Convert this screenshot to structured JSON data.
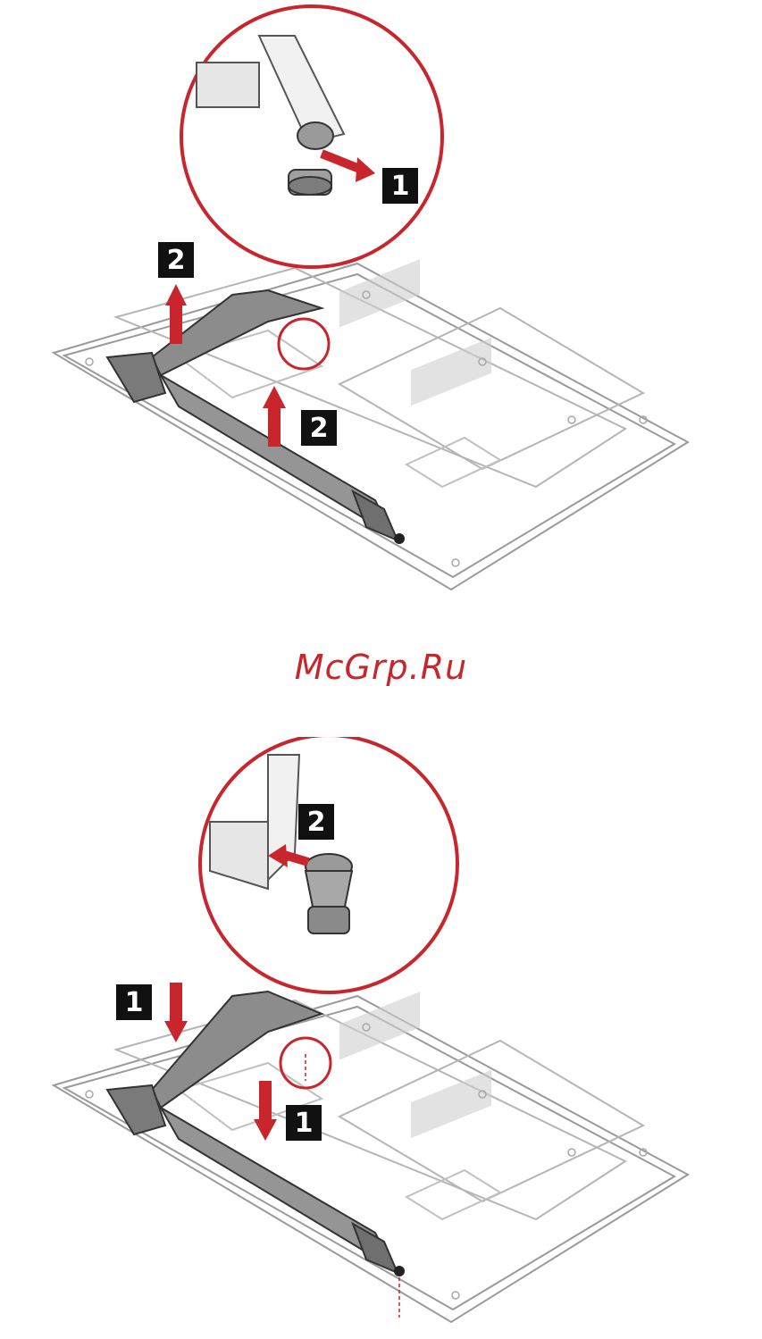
{
  "watermark": {
    "text": "McGrp.Ru",
    "color": "#c8262c"
  },
  "figure_top": {
    "callouts": [
      "1",
      "2",
      "2"
    ],
    "arrow_color": "#c8262c"
  },
  "figure_bottom": {
    "callouts": [
      "2",
      "1",
      "1"
    ],
    "arrow_color": "#c8262c"
  }
}
